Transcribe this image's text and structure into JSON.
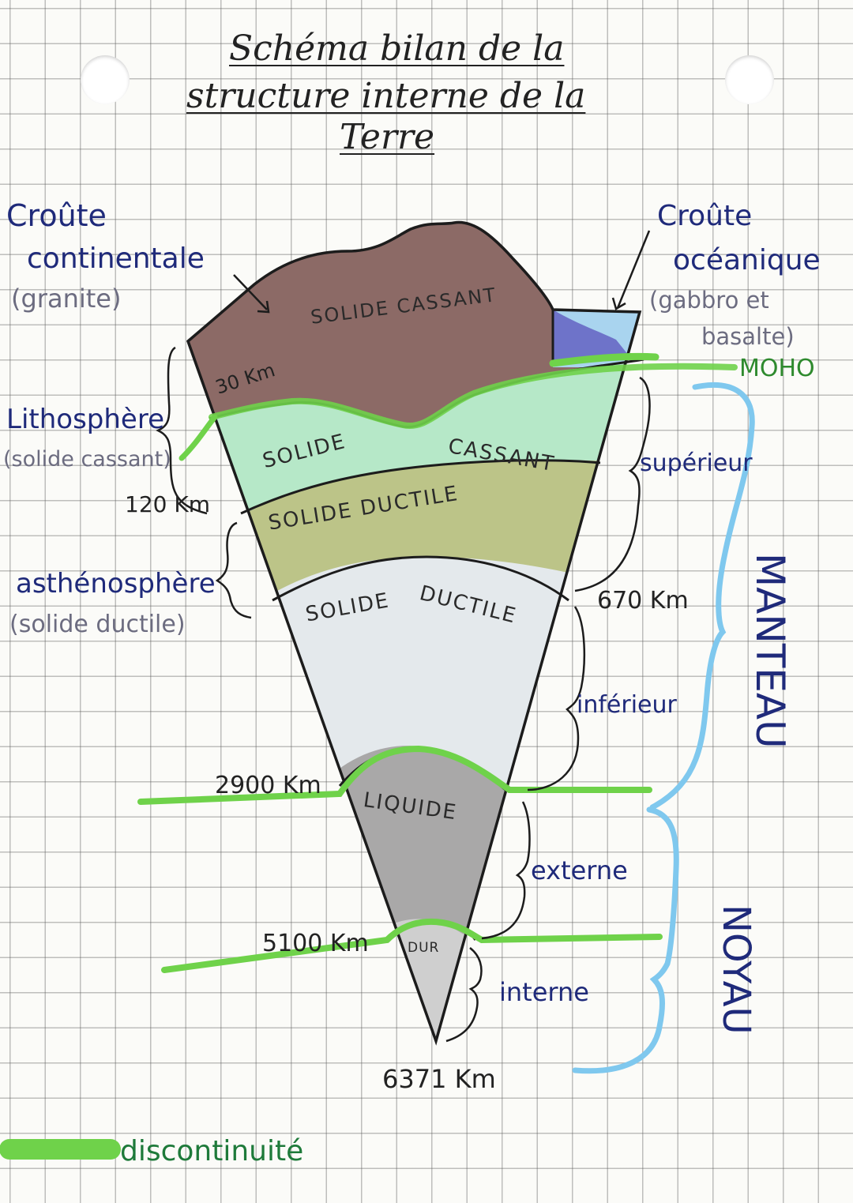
{
  "title": {
    "line1": "Schéma bilan de la",
    "line2": "structure interne de la",
    "line3": "Terre"
  },
  "left_labels": {
    "crust_cont_1": "Croûte",
    "crust_cont_2": "continentale",
    "crust_cont_3": "(granite)",
    "litho_1": "Lithosphère",
    "litho_2": "(solide cassant)",
    "astheno_1": "asthénosphère",
    "astheno_2": "(solide ductile)"
  },
  "right_labels": {
    "crust_oce_1": "Croûte",
    "crust_oce_2": "océanique",
    "crust_oce_3": "(gabbro et",
    "crust_oce_4": "basalte)",
    "moho": "MOHO",
    "superieur": "supérieur",
    "inferieur": "inférieur",
    "externe": "externe",
    "interne": "interne",
    "manteau": "MANTEAU",
    "noyau": "NOYAU"
  },
  "depths": {
    "d30": "30 Km",
    "d120": "120 Km",
    "d670": "670 Km",
    "d2900": "2900 Km",
    "d5100": "5100 Km",
    "d6371": "6371 Km"
  },
  "layer_states": {
    "crust": "SOLIDE CASSANT",
    "upper_mantle_a": "SOLIDE",
    "upper_mantle_b": "CASSANT",
    "astheno": "SOLIDE DUCTILE",
    "lower_mantle_a": "SOLIDE",
    "lower_mantle_b": "DUCTILE",
    "outer_core": "LIQUIDE",
    "inner_core": "DUR"
  },
  "legend": {
    "label": "discontinuité"
  },
  "colors": {
    "continental_crust": "#8c6a66",
    "oceanic_crust": "#6e73c9",
    "ocean": "#a9d4ef",
    "lithospheric_mantle": "#b6e8c8",
    "asthenosphere": "#bcc488",
    "lower_mantle": "#dfe6ea",
    "outer_core": "#a9a8a8",
    "inner_core": "#cfcfcf",
    "discontinuity": "#6fd24a",
    "mantle_brace": "#7fc8ee",
    "ink_navy": "#1f2a7a"
  }
}
